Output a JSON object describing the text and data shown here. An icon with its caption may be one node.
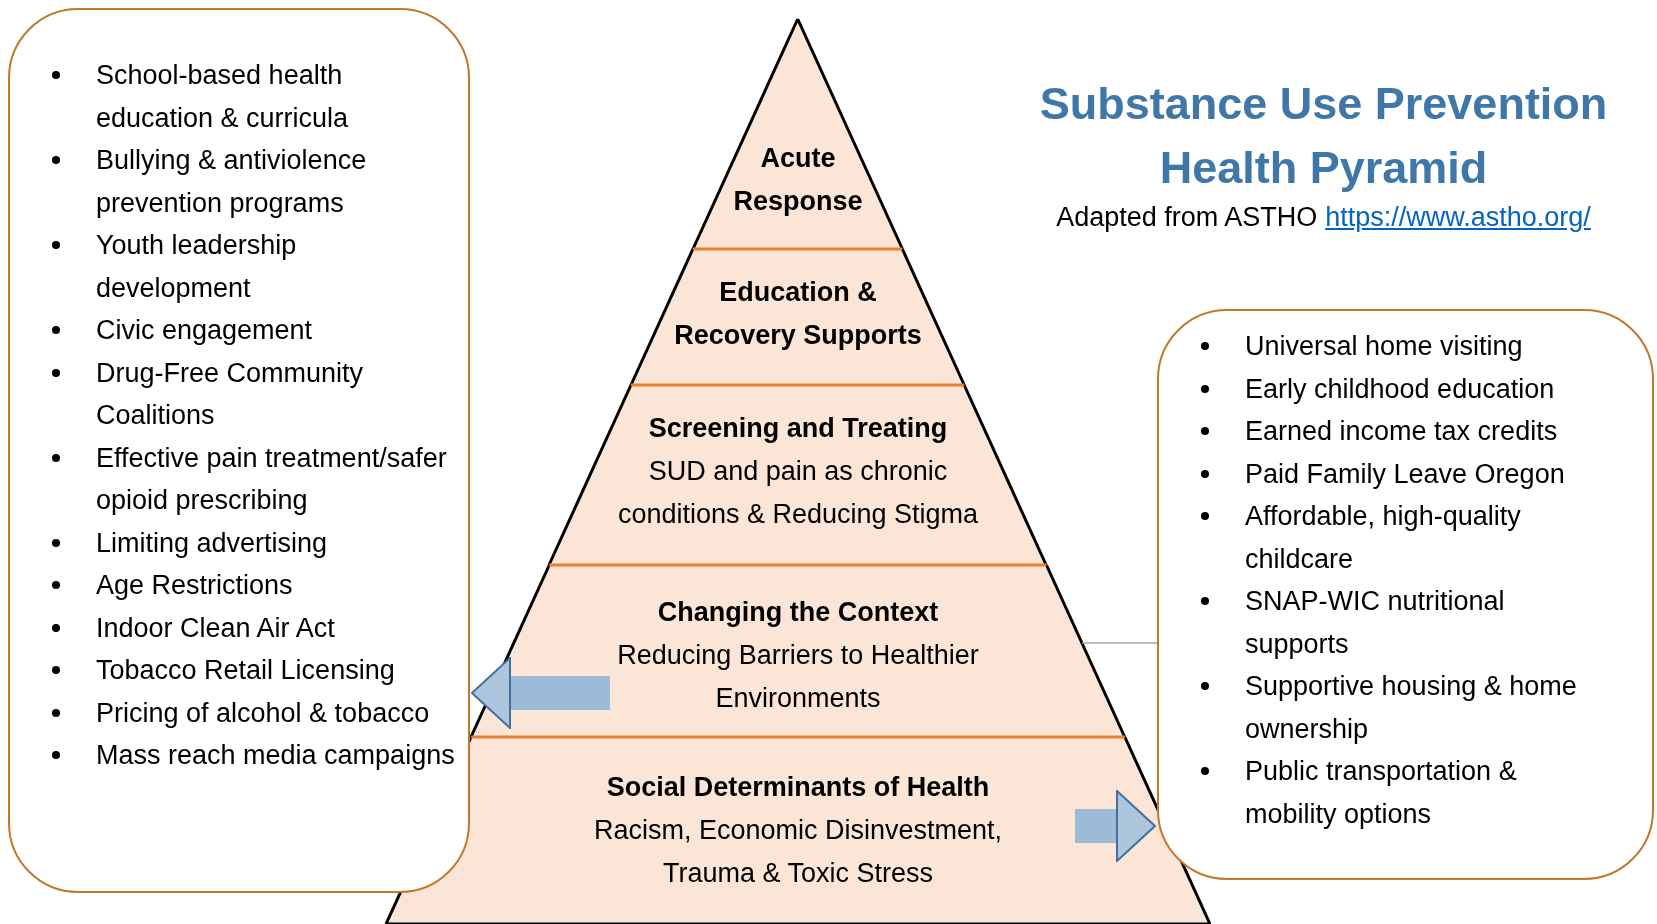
{
  "diagram": {
    "title": "Substance Use Prevention Health Pyramid",
    "nodes": [
      {
        "text": [
          "School-based health education & curricula",
          "Bullying & antiviolence prevention programs",
          "Youth leadership development",
          "Civic engagement",
          "Drug-Free Community Coalitions",
          "Effective pain treatment/safer opioid prescribing",
          "Limiting advertising",
          "Age Restrictions",
          "Indoor Clean Air Act",
          "Tobacco Retail Licensing",
          "Pricing of alcohol & tobacco",
          "Mass reach media campaigns"
        ]
      },
      {
        "text": [
          "Acute Response"
        ]
      },
      {
        "text": [
          "Education & Recovery Supports"
        ]
      },
      {
        "text": [
          "Screening and Treating",
          "SUD and pain as chronic conditions & Reducing Stigma"
        ]
      },
      {
        "text": [
          "Changing the Context",
          "Reducing Barriers to Healthier Environments"
        ]
      },
      {
        "text": [
          "Social Determinants of Health",
          "Racism, Economic Disinvestment, Trauma & Toxic Stress"
        ]
      },
      {
        "text": [
          "Universal home visiting",
          "Early childhood education",
          "Earned income tax credits",
          "Paid Family Leave Oregon",
          "Affordable, high-quality childcare",
          "SNAP-WIC nutritional supports",
          "Supportive housing & home ownership",
          "Public transportation & mobility options"
        ]
      }
    ],
    "edges": [
      {
        "from": 4,
        "to": 0,
        "arrow": "to"
      },
      {
        "from": 5,
        "to": 6,
        "arrow": "to"
      },
      {
        "from": 4,
        "to": 6,
        "arrow": "none",
        "color": "#a6a6a6"
      }
    ],
    "labels": [
      "Adapted from ASTHO",
      "https://www.astho.org/"
    ]
  }
}
